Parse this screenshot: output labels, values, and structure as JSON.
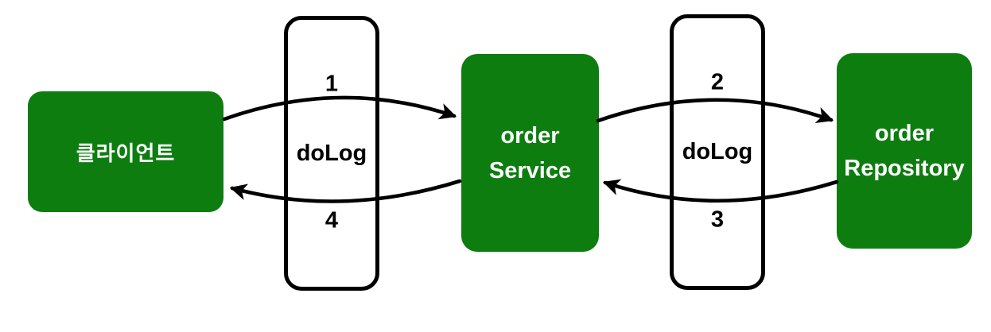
{
  "diagram": {
    "type": "sequence-flow-diagram",
    "colors": {
      "canvas_bg": "#ffffff",
      "node_fill": "#0d7d10",
      "node_text": "#ffffff",
      "proxy_fill": "#ffffff",
      "proxy_border": "#000000",
      "proxy_text": "#000000",
      "arrow_color": "#000000"
    },
    "nodes": {
      "client": {
        "label": "클라이언트"
      },
      "service": {
        "line1": "order",
        "line2": "Service"
      },
      "repository": {
        "line1": "order",
        "line2": "Repository"
      }
    },
    "proxies": {
      "left": {
        "top_number": "1",
        "label": "doLog",
        "bottom_number": "4"
      },
      "right": {
        "top_number": "2",
        "label": "doLog",
        "bottom_number": "3"
      }
    },
    "edges": [
      {
        "from": "client",
        "to": "service",
        "curve": "top",
        "through": "doLog",
        "step": "1"
      },
      {
        "from": "service",
        "to": "repository",
        "curve": "top",
        "through": "doLog",
        "step": "2"
      },
      {
        "from": "repository",
        "to": "service",
        "curve": "bottom",
        "through": "doLog",
        "step": "3"
      },
      {
        "from": "service",
        "to": "client",
        "curve": "bottom",
        "through": "doLog",
        "step": "4"
      }
    ]
  }
}
